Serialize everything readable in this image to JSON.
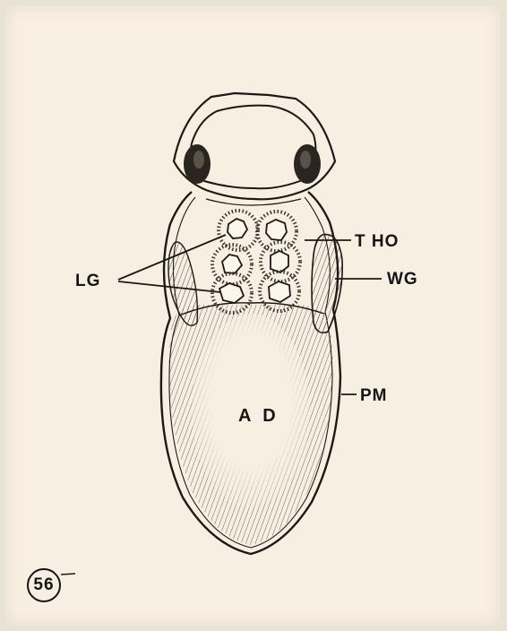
{
  "figure": {
    "plate_number": "56",
    "labels": {
      "lg": "LG",
      "tho": "T HO",
      "wg": "WG",
      "pm": "PM",
      "ad": "A D"
    }
  }
}
